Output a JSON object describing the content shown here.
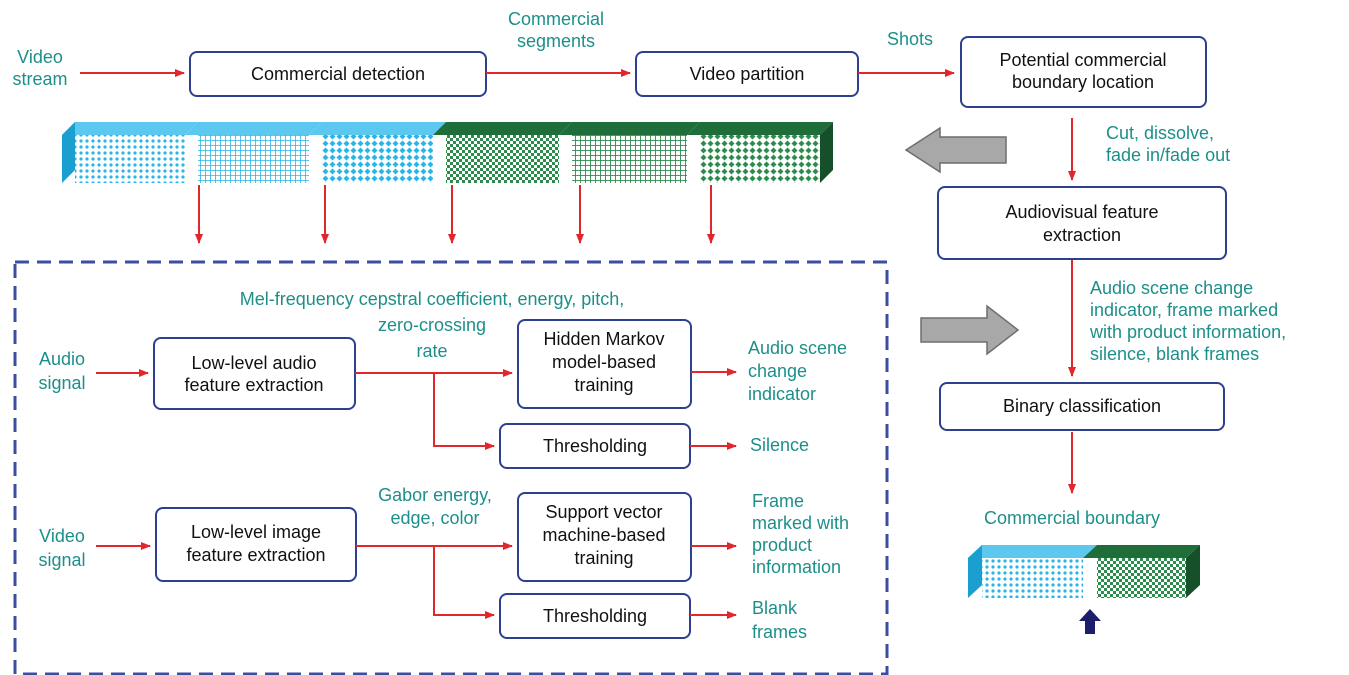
{
  "colors": {
    "box_stroke": "#2e3f8f",
    "arrow": "#e3262c",
    "label_teal": "#1d8f8a",
    "cyan_block": "#29b6e6",
    "green_block": "#1f6e3a",
    "big_arrow": "#a8a8a8",
    "marker_arrow": "#1b1f6b"
  },
  "inputs": {
    "video_stream": [
      "Video",
      "stream"
    ],
    "audio_signal": [
      "Audio",
      "signal"
    ],
    "video_signal": [
      "Video",
      "signal"
    ]
  },
  "boxes": {
    "commercial_detection": [
      "Commercial detection"
    ],
    "video_partition": [
      "Video partition"
    ],
    "potential_boundary": [
      "Potential commercial",
      "boundary location"
    ],
    "av_feature_extraction": [
      "Audiovisual feature",
      "extraction"
    ],
    "binary_classification": [
      "Binary classification"
    ],
    "low_level_audio": [
      "Low-level audio",
      "feature extraction"
    ],
    "hmm_training": [
      "Hidden Markov",
      "model-based",
      "training"
    ],
    "audio_thresholding": [
      "Thresholding"
    ],
    "low_level_image": [
      "Low-level image",
      "feature extraction"
    ],
    "svm_training": [
      "Support vector",
      "machine-based",
      "training"
    ],
    "image_thresholding": [
      "Thresholding"
    ]
  },
  "labels": {
    "commercial_segments": [
      "Commercial",
      "segments"
    ],
    "shots": [
      "Shots"
    ],
    "cut_dissolve": [
      "Cut, dissolve,",
      "fade in/fade out"
    ],
    "av_features": [
      "Audio scene change",
      "indicator, frame marked",
      "with product information,",
      "silence, blank frames"
    ],
    "commercial_boundary": [
      "Commercial boundary"
    ],
    "audio_features": [
      "Mel-frequency cepstral coefficient, energy, pitch,",
      "zero-crossing",
      "rate"
    ],
    "audio_scene_change": [
      "Audio scene",
      "change",
      "indicator"
    ],
    "silence": [
      "Silence"
    ],
    "image_features": [
      "Gabor energy,",
      "edge, color"
    ],
    "frame_marked": [
      "Frame",
      "marked with",
      "product",
      "information"
    ],
    "blank_frames": [
      "Blank",
      "frames"
    ]
  }
}
